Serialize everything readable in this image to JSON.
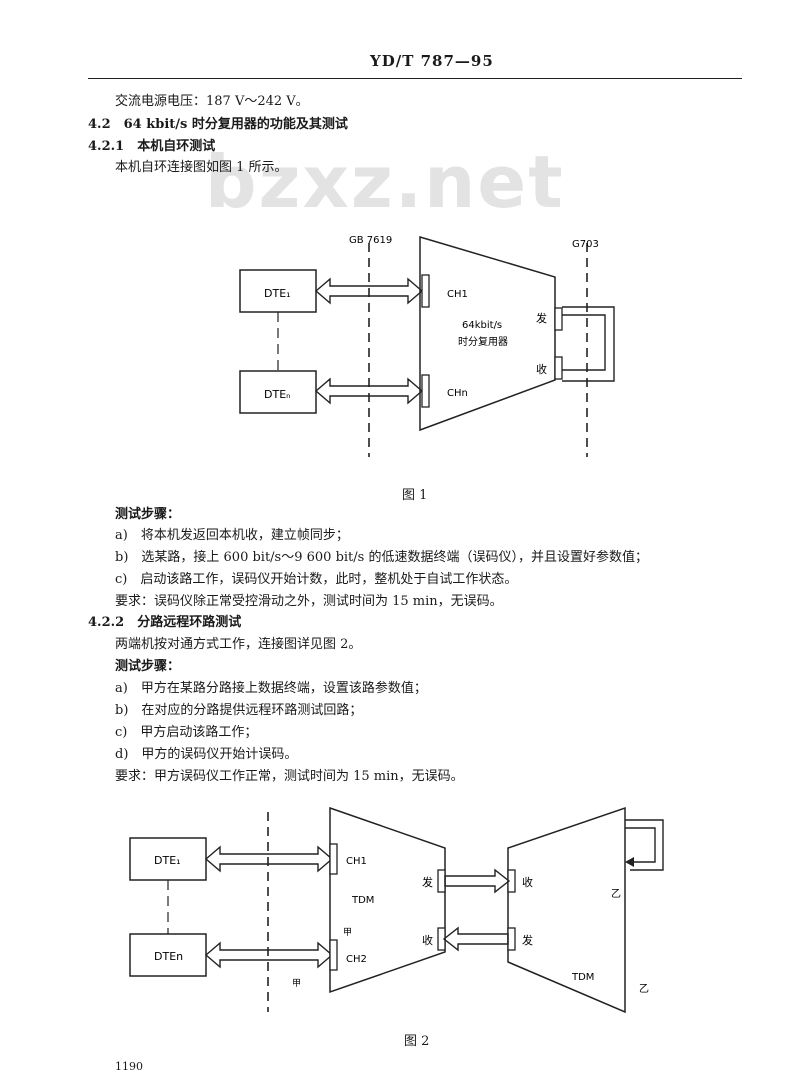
{
  "header": {
    "standard_code": "YD/T 787—95"
  },
  "watermark": "bzxz.net",
  "lines": {
    "l1": "交流电源电压：187 V～242 V。",
    "l2": "4.2　64 kbit/s 时分复用器的功能及其测试",
    "l3": "4.2.1　本机自环测试",
    "l4": "本机自环连接图如图 1 所示。",
    "s1_title": "测试步骤：",
    "s1_a": "a)　将本机发返回本机收，建立帧同步；",
    "s1_b": "b)　选某路，接上 600 bit/s～9 600 bit/s 的低速数据终端（误码仪），并且设置好参数值；",
    "s1_c": "c)　启动该路工作，误码仪开始计数，此时，整机处于自试工作状态。",
    "s1_req": "要求：误码仪除正常受控滑动之外，测试时间为 15 min，无误码。",
    "l5": "4.2.2　分路远程环路测试",
    "l6": "两端机按对通方式工作，连接图详见图 2。",
    "s2_title": "测试步骤：",
    "s2_a": "a)　甲方在某路分路接上数据终端，设置该路参数值；",
    "s2_b": "b)　在对应的分路提供远程环路测试回路；",
    "s2_c": "c)　甲方启动该路工作；",
    "s2_d": "d)　甲方的误码仪开始计误码。",
    "s2_req": "要求：甲方误码仪工作正常，测试时间为 15 min，无误码。"
  },
  "figure1": {
    "caption": "图 1",
    "label_gb": "GB 7619",
    "label_g703": "G703",
    "dte1": "DTE₁",
    "dten": "DTEₙ",
    "ch1": "CH1",
    "chn": "CHn",
    "mux_line1": "64kbit/s",
    "mux_line2": "时分复用器",
    "send": "发",
    "recv": "收"
  },
  "figure2": {
    "caption": "图 2",
    "dte1": "DTE₁",
    "dten": "DTEn",
    "ch1": "CH1",
    "ch2": "CH2",
    "tdm_left": "TDM",
    "tdm_right": "TDM",
    "jia_upper": "甲",
    "jia_lower": "甲",
    "yi_upper": "乙",
    "yi_lower": "乙",
    "send_left": "发",
    "recv_left": "收",
    "recv_right": "收",
    "send_right": "发"
  },
  "footer": {
    "page_number": "1190"
  }
}
